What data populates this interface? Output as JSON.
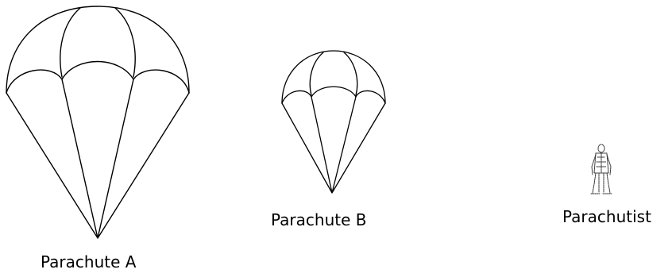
{
  "figure": {
    "items": [
      {
        "label": "Parachute A"
      },
      {
        "label": "Parachute B"
      },
      {
        "label": "Parachutist"
      }
    ],
    "stroke_color": "#000000",
    "background_color": "#ffffff"
  }
}
